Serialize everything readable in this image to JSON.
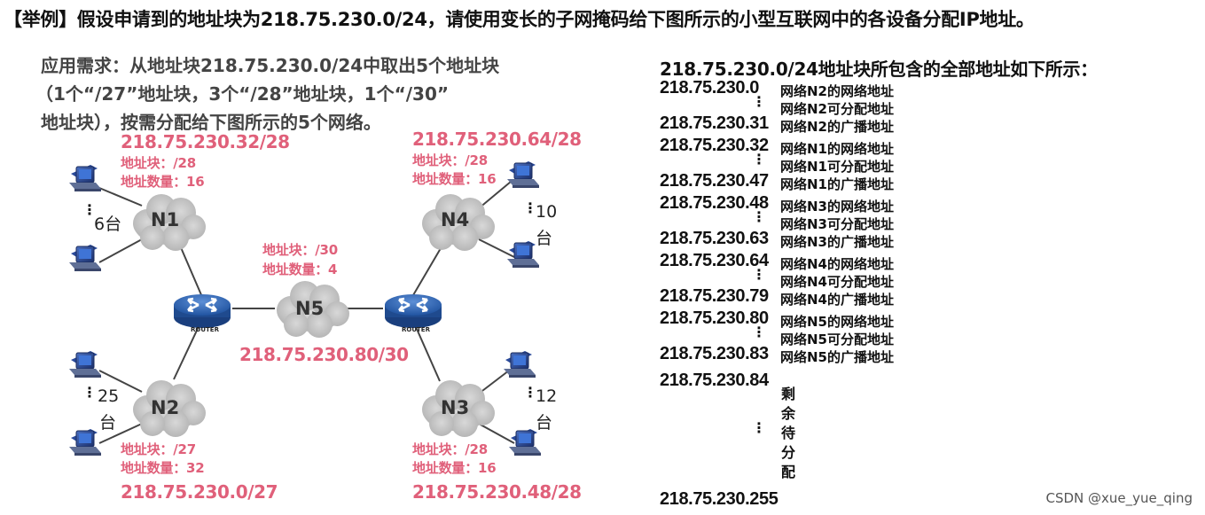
{
  "title": "【举例】假设申请到的地址块为218.75.230.0/24，请使用变长的子网掩码给下图所示的小型互联网中的各设备分配IP地址。",
  "requirement": {
    "line1": "应用需求：从地址块218.75.230.0/24中取出5个地址块",
    "line2": "（1个“/27”地址块，3个“/28”地址块，1个“/30”",
    "line3": "地址块），按需分配给下图所示的5个网络。"
  },
  "diagram": {
    "n1": {
      "name": "N1",
      "cidr": "218.75.230.32/28",
      "block": "地址块：/28",
      "count_label": "地址数量：16",
      "hosts": "6台"
    },
    "n2": {
      "name": "N2",
      "cidr": "218.75.230.0/27",
      "block": "地址块：/27",
      "count_label": "地址数量：32",
      "hosts_a": "25",
      "hosts_b": "台"
    },
    "n3": {
      "name": "N3",
      "cidr": "218.75.230.48/28",
      "block": "地址块：/28",
      "count_label": "地址数量：16",
      "hosts_a": "12",
      "hosts_b": "台"
    },
    "n4": {
      "name": "N4",
      "cidr": "218.75.230.64/28",
      "block": "地址块：/28",
      "count_label": "地址数量：16",
      "hosts_a": "10",
      "hosts_b": "台"
    },
    "n5": {
      "name": "N5",
      "cidr": "218.75.230.80/30",
      "block": "地址块：/30",
      "count_label": "地址数量：4"
    },
    "router_label": "ROUTER",
    "dots": "⋮"
  },
  "address_list": {
    "heading": "218.75.230.0/24地址块所包含的全部地址如下所示：",
    "entries": [
      {
        "addr": "218.75.230.0",
        "desc": "网络N2的网络地址"
      },
      {
        "addr": "",
        "desc": "网络N2可分配地址"
      },
      {
        "addr": "218.75.230.31",
        "desc": "网络N2的广播地址"
      },
      {
        "addr": "218.75.230.32",
        "desc": "网络N1的网络地址"
      },
      {
        "addr": "",
        "desc": "网络N1可分配地址"
      },
      {
        "addr": "218.75.230.47",
        "desc": "网络N1的广播地址"
      },
      {
        "addr": "218.75.230.48",
        "desc": "网络N3的网络地址"
      },
      {
        "addr": "",
        "desc": "网络N3可分配地址"
      },
      {
        "addr": "218.75.230.63",
        "desc": "网络N3的广播地址"
      },
      {
        "addr": "218.75.230.64",
        "desc": "网络N4的网络地址"
      },
      {
        "addr": "",
        "desc": "网络N4可分配地址"
      },
      {
        "addr": "218.75.230.79",
        "desc": "网络N4的广播地址"
      },
      {
        "addr": "218.75.230.80",
        "desc": "网络N5的网络地址"
      },
      {
        "addr": "",
        "desc": "网络N5可分配地址"
      },
      {
        "addr": "218.75.230.83",
        "desc": "网络N5的广播地址"
      }
    ],
    "addr_84": "218.75.230.84",
    "remaining": [
      "剩",
      "余",
      "待",
      "分",
      "配"
    ],
    "addr_255": "218.75.230.255"
  },
  "watermark": "CSDN @xue_yue_qing"
}
